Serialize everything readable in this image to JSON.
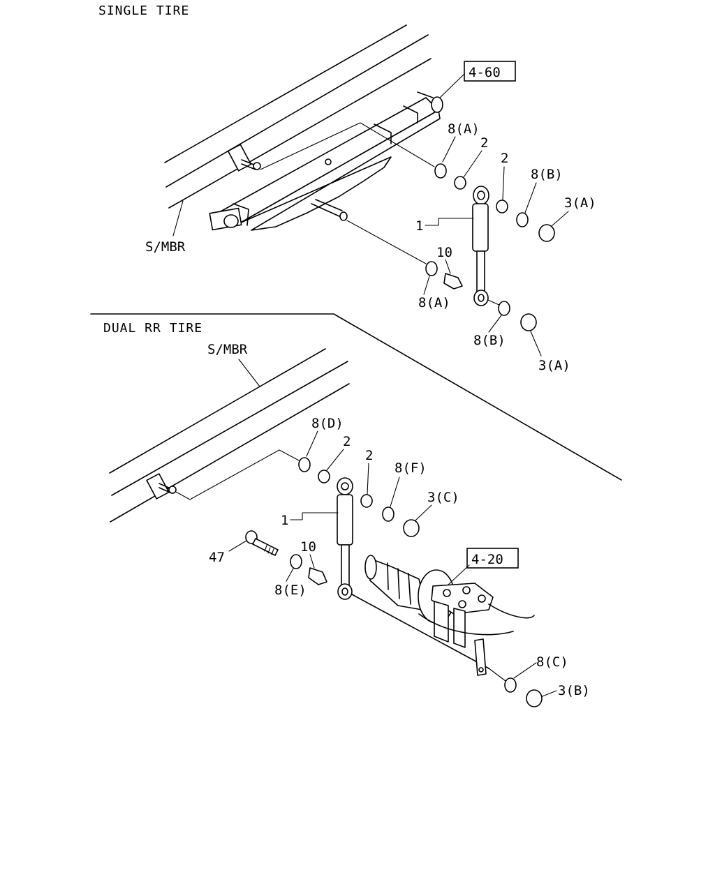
{
  "sections": {
    "single_title": "SINGLE TIRE",
    "dual_title": "DUAL RR TIRE"
  },
  "refs": {
    "ref_4_60": "4-60",
    "ref_4_20": "4-20"
  },
  "single": {
    "smbr": "S/MBR",
    "l_8a_top": "8(A)",
    "l_2a": "2",
    "l_2b": "2",
    "l_8b_top": "8(B)",
    "l_3a_top": "3(A)",
    "l_1": "1",
    "l_10": "10",
    "l_8a_bot": "8(A)",
    "l_8b_bot": "8(B)",
    "l_3a_bot": "3(A)"
  },
  "dual": {
    "smbr": "S/MBR",
    "l_8d": "8(D)",
    "l_2a": "2",
    "l_2b": "2",
    "l_8f": "8(F)",
    "l_3c": "3(C)",
    "l_1": "1",
    "l_10": "10",
    "l_47": "47",
    "l_8e": "8(E)",
    "l_8c": "8(C)",
    "l_3b": "3(B)"
  }
}
